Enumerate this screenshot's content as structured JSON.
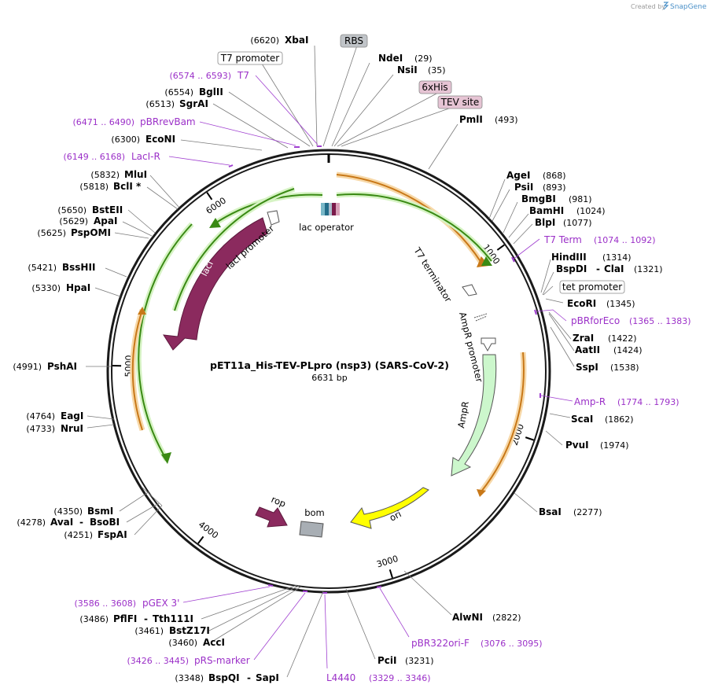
{
  "credit": {
    "prefix": "Created by",
    "brand": "SnapGene"
  },
  "plasmid": {
    "name": "pET11a_His-TEV-PLpro (nsp3) (SARS-CoV-2)",
    "size_label": "6631 bp",
    "length": 6631
  },
  "ticks": [
    {
      "pos": 1000,
      "label": "1000"
    },
    {
      "pos": 2000,
      "label": "2000"
    },
    {
      "pos": 3000,
      "label": "3000"
    },
    {
      "pos": 4000,
      "label": "4000"
    },
    {
      "pos": 5000,
      "label": "5000"
    },
    {
      "pos": 6000,
      "label": "6000"
    }
  ],
  "features": {
    "lac_operator": "lac operator",
    "t7_terminator": "T7 terminator",
    "ampr_promoter": "AmpR promoter",
    "ampr": "AmpR",
    "ori": "ori",
    "bom": "bom",
    "rop": "rop",
    "laci": "lacI",
    "laci_promoter": "lacI promoter"
  },
  "colors": {
    "laci": "#8b2a5e",
    "ampr": "#ccf7cc",
    "ori": "#ffff00",
    "bom": "#a8aeb4",
    "orf_orange": "#f0a030",
    "orf_green": "#4a9a1a",
    "primer": "#9b30c8"
  },
  "sites": [
    {
      "id": "xbai",
      "name": "XbaI",
      "pos": "(6620)"
    },
    {
      "id": "ndei",
      "name": "NdeI",
      "pos": "(29)"
    },
    {
      "id": "nsii",
      "name": "NsiI",
      "pos": "(35)"
    },
    {
      "id": "pmli",
      "name": "PmlI",
      "pos": "(493)"
    },
    {
      "id": "agei",
      "name": "AgeI",
      "pos": "(868)"
    },
    {
      "id": "psii",
      "name": "PsiI",
      "pos": "(893)"
    },
    {
      "id": "bmgbi",
      "name": "BmgBI",
      "pos": "(981)"
    },
    {
      "id": "bamhi",
      "name": "BamHI",
      "pos": "(1024)"
    },
    {
      "id": "blpi",
      "name": "BlpI",
      "pos": "(1077)"
    },
    {
      "id": "hindiii",
      "name": "HindIII",
      "pos": "(1314)"
    },
    {
      "id": "bspdi",
      "name": "BspDI",
      "pos": ""
    },
    {
      "id": "clai",
      "name": "ClaI",
      "pos": "(1321)"
    },
    {
      "id": "ecori",
      "name": "EcoRI",
      "pos": "(1345)"
    },
    {
      "id": "zrai",
      "name": "ZraI",
      "pos": "(1422)"
    },
    {
      "id": "aatii",
      "name": "AatII",
      "pos": "(1424)"
    },
    {
      "id": "sspi",
      "name": "SspI",
      "pos": "(1538)"
    },
    {
      "id": "scai",
      "name": "ScaI",
      "pos": "(1862)"
    },
    {
      "id": "pvui",
      "name": "PvuI",
      "pos": "(1974)"
    },
    {
      "id": "bsai",
      "name": "BsaI",
      "pos": "(2277)"
    },
    {
      "id": "alwni",
      "name": "AlwNI",
      "pos": "(2822)"
    },
    {
      "id": "pcii",
      "name": "PciI",
      "pos": "(3231)"
    },
    {
      "id": "bspqi",
      "name": "BspQI",
      "pos": "(3348)"
    },
    {
      "id": "sapi",
      "name": "SapI",
      "pos": ""
    },
    {
      "id": "acci",
      "name": "AccI",
      "pos": "(3460)"
    },
    {
      "id": "bstz17i",
      "name": "BstZ17I",
      "pos": "(3461)"
    },
    {
      "id": "pflfi",
      "name": "PflFI",
      "pos": "(3486)"
    },
    {
      "id": "tth111i",
      "name": "Tth111I",
      "pos": ""
    },
    {
      "id": "fspai",
      "name": "FspAI",
      "pos": "(4251)"
    },
    {
      "id": "avai",
      "name": "AvaI",
      "pos": "(4278)"
    },
    {
      "id": "bsobi",
      "name": "BsoBI",
      "pos": ""
    },
    {
      "id": "bsmi",
      "name": "BsmI",
      "pos": "(4350)"
    },
    {
      "id": "nrui",
      "name": "NruI",
      "pos": "(4733)"
    },
    {
      "id": "eagi",
      "name": "EagI",
      "pos": "(4764)"
    },
    {
      "id": "pshai",
      "name": "PshAI",
      "pos": "(4991)"
    },
    {
      "id": "hpai",
      "name": "HpaI",
      "pos": "(5330)"
    },
    {
      "id": "bsshii",
      "name": "BssHII",
      "pos": "(5421)"
    },
    {
      "id": "psp0mi",
      "name": "PspOMI",
      "pos": "(5625)"
    },
    {
      "id": "apai",
      "name": "ApaI",
      "pos": "(5629)"
    },
    {
      "id": "bsteii",
      "name": "BstEII",
      "pos": "(5650)"
    },
    {
      "id": "bcli",
      "name": "BclI *",
      "pos": "(5818)"
    },
    {
      "id": "mlui",
      "name": "MluI",
      "pos": "(5832)"
    },
    {
      "id": "econi",
      "name": "EcoNI",
      "pos": "(6300)"
    },
    {
      "id": "sgrai",
      "name": "SgrAI",
      "pos": "(6513)"
    },
    {
      "id": "bglii",
      "name": "BglII",
      "pos": "(6554)"
    }
  ],
  "primers": [
    {
      "id": "t7",
      "name": "T7",
      "pos": "(6574 .. 6593)"
    },
    {
      "id": "pbrrevbam",
      "name": "pBRrevBam",
      "pos": "(6471 .. 6490)"
    },
    {
      "id": "lacir",
      "name": "LacI-R",
      "pos": "(6149 .. 6168)"
    },
    {
      "id": "t7term",
      "name": "T7 Term",
      "pos": "(1074 .. 1092)"
    },
    {
      "id": "pbrforeco",
      "name": "pBRforEco",
      "pos": "(1365 .. 1383)"
    },
    {
      "id": "ampr",
      "name": "Amp-R",
      "pos": "(1774 .. 1793)"
    },
    {
      "id": "pbr322ori",
      "name": "pBR322ori-F",
      "pos": "(3076 .. 3095)"
    },
    {
      "id": "l4440",
      "name": "L4440",
      "pos": "(3329 .. 3346)"
    },
    {
      "id": "prsmarker",
      "name": "pRS-marker",
      "pos": "(3426 .. 3445)"
    },
    {
      "id": "pgex3",
      "name": "pGEX 3'",
      "pos": "(3586 .. 3608)"
    }
  ],
  "boxes": [
    {
      "id": "rbs",
      "label": "RBS"
    },
    {
      "id": "t7prom",
      "label": "T7 promoter"
    },
    {
      "id": "his",
      "label": "6xHis"
    },
    {
      "id": "tev",
      "label": "TEV site"
    },
    {
      "id": "tetprom",
      "label": "tet promoter"
    }
  ]
}
